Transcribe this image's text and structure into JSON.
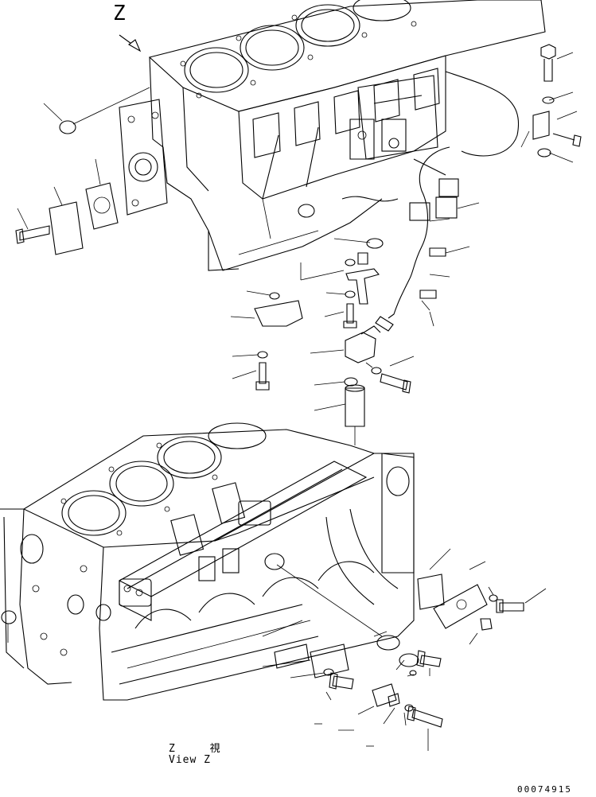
{
  "diagram": {
    "view_letter": "Z",
    "view_caption_jp": "Z 視",
    "view_caption_en": "View Z",
    "drawing_number": "00074915"
  }
}
